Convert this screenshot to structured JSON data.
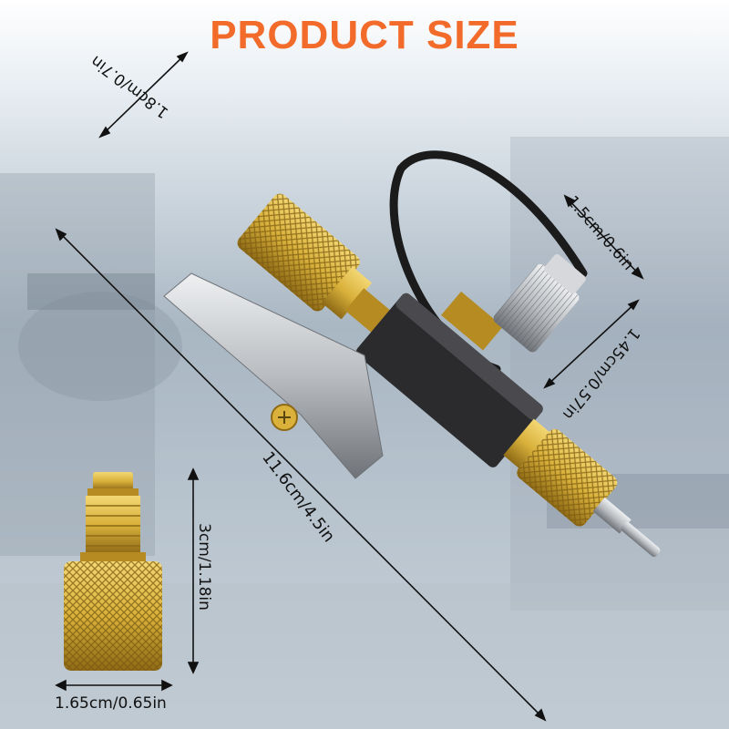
{
  "header": {
    "title": "PRODUCT SIZE"
  },
  "dimensions": {
    "top_connector": "1.8cm/0.7in",
    "cap_width": "1.5cm/0.6in",
    "cap_height": "1.45cm/0.57in",
    "overall_length": "11.6cm/4.5in",
    "adapter_height": "3cm/1.18in",
    "adapter_width": "1.65cm/0.65in"
  },
  "colors": {
    "title": "#f26b2a",
    "brass": "#d9b13b",
    "body": "#2b2b2e",
    "steel": "#b9bcc0",
    "background": "#a9b7c3"
  }
}
